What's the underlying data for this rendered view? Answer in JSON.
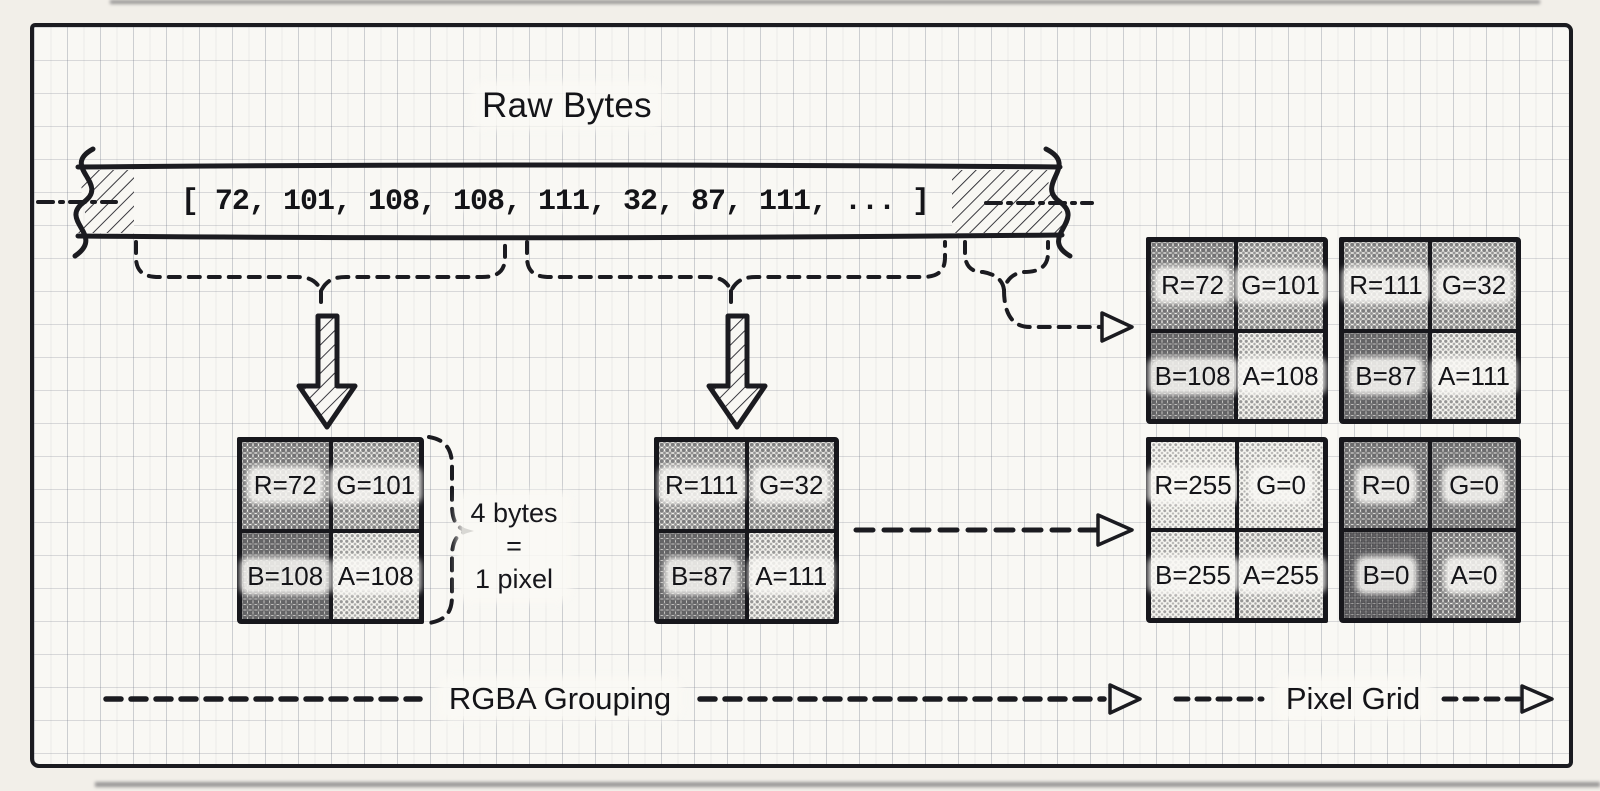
{
  "colors": {
    "ink": "#1b1b20",
    "paper": "#f9f8f4"
  },
  "title": "Raw Bytes",
  "byte_stream": "[ 72, 101, 108, 108, 111, 32, 87, 111, ... ]",
  "annotation": {
    "line1": "4 bytes",
    "line2": "=",
    "line3": "1 pixel"
  },
  "flow": {
    "grouping_label": "RGBA Grouping",
    "grid_label": "Pixel Grid"
  },
  "byte_groups": [
    {
      "name": "pixel-1",
      "cells": [
        {
          "label": "R=72",
          "shade": 0.5
        },
        {
          "label": "G=101",
          "shade": 0.38
        },
        {
          "label": "B=108",
          "shade": 0.6
        },
        {
          "label": "A=108",
          "shade": 0.2
        }
      ]
    },
    {
      "name": "pixel-2",
      "cells": [
        {
          "label": "R=111",
          "shade": 0.42
        },
        {
          "label": "G=32",
          "shade": 0.38
        },
        {
          "label": "B=87",
          "shade": 0.6
        },
        {
          "label": "A=111",
          "shade": 0.22
        }
      ]
    }
  ],
  "pixel_grid": {
    "blocks": [
      {
        "cells": [
          {
            "label": "R=72",
            "shade": 0.5
          },
          {
            "label": "G=101",
            "shade": 0.38
          },
          {
            "label": "B=108",
            "shade": 0.6
          },
          {
            "label": "A=108",
            "shade": 0.2
          }
        ]
      },
      {
        "cells": [
          {
            "label": "R=111",
            "shade": 0.42
          },
          {
            "label": "G=32",
            "shade": 0.38
          },
          {
            "label": "B=87",
            "shade": 0.6
          },
          {
            "label": "A=111",
            "shade": 0.22
          }
        ]
      },
      {
        "cells": [
          {
            "label": "R=255",
            "shade": 0.1
          },
          {
            "label": "G=0",
            "shade": 0.12
          },
          {
            "label": "B=255",
            "shade": 0.13
          },
          {
            "label": "A=255",
            "shade": 0.22
          }
        ]
      },
      {
        "cells": [
          {
            "label": "R=0",
            "shade": 0.55
          },
          {
            "label": "G=0",
            "shade": 0.55
          },
          {
            "label": "B=0",
            "shade": 0.68
          },
          {
            "label": "A=0",
            "shade": 0.5
          }
        ]
      }
    ]
  }
}
